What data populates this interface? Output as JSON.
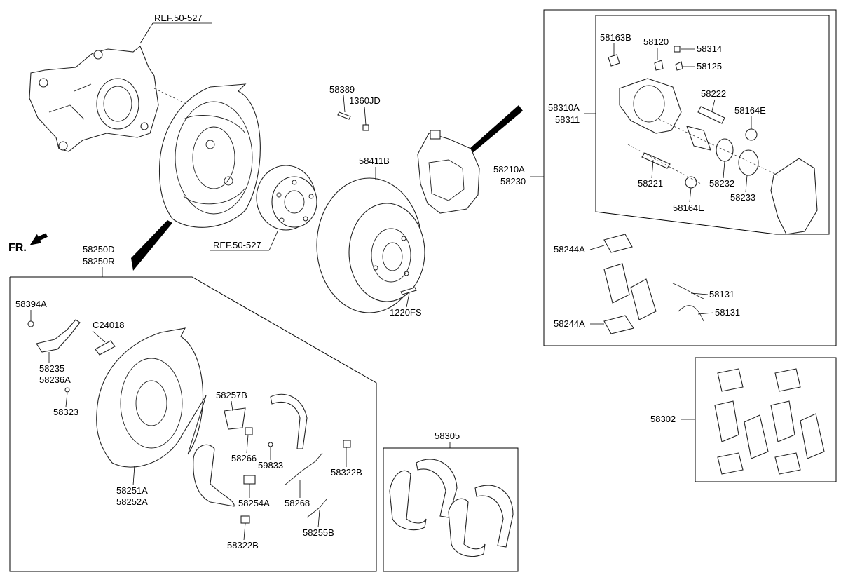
{
  "refs": {
    "top": "REF.50-527",
    "bottom": "REF.50-527"
  },
  "direction": "FR.",
  "labels": {
    "p58389": "58389",
    "p1360JD": "1360JD",
    "p58411B": "58411B",
    "p1220FS": "1220FS",
    "p58250D": "58250D",
    "p58250R": "58250R",
    "p58394A": "58394A",
    "pC24018": "C24018",
    "p58235": "58235",
    "p58236A": "58236A",
    "p58323": "58323",
    "p58251A": "58251A",
    "p58252A": "58252A",
    "p58257B": "58257B",
    "p58266": "58266",
    "p59833": "59833",
    "p58254A": "58254A",
    "p58268": "58268",
    "p58322B_a": "58322B",
    "p58322B_b": "58322B",
    "p58255B": "58255B",
    "p58305": "58305",
    "p58310A": "58310A",
    "p58311": "58311",
    "p58210A": "58210A",
    "p58230": "58230",
    "p58163B": "58163B",
    "p58120": "58120",
    "p58314": "58314",
    "p58125": "58125",
    "p58222": "58222",
    "p58164E_a": "58164E",
    "p58221": "58221",
    "p58232": "58232",
    "p58233": "58233",
    "p58164E_b": "58164E",
    "p58244A_a": "58244A",
    "p58244A_b": "58244A",
    "p58131_a": "58131",
    "p58131_b": "58131",
    "p58302": "58302"
  }
}
